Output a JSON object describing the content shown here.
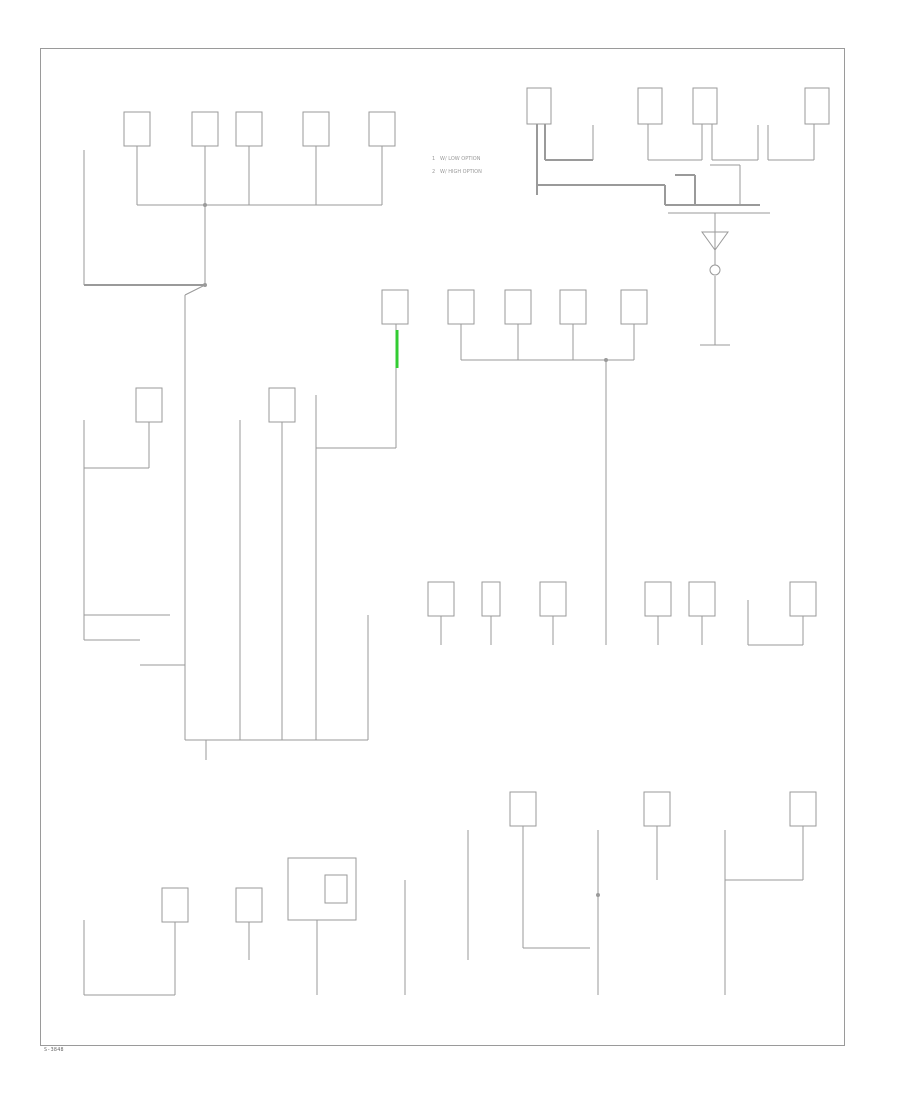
{
  "diagram": {
    "type": "wiring-diagram-ground-distribution",
    "legend": {
      "items": [
        {
          "code": "1",
          "label": "W/ LOW OPTION"
        },
        {
          "code": "2",
          "label": "W/ HIGH OPTION"
        }
      ]
    },
    "footer_code": "S-3848",
    "line_color": "#999999",
    "highlight_color": "#33cc33"
  }
}
